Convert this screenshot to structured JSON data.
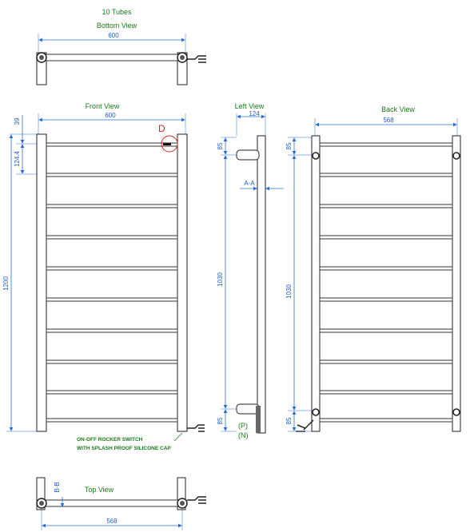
{
  "labels": {
    "tubes": "10 Tubes",
    "bottom_view": "Bottom View",
    "front_view": "Front View",
    "left_view": "Left View",
    "back_view": "Back View",
    "top_view": "Top View",
    "detail_marker": "D",
    "section_aa": "A-A",
    "section_bb": "B-B",
    "phase_p": "(P)",
    "neutral_n": "(N)",
    "switch_note_line1": "ON-OFF ROCKER SWITCH",
    "switch_note_line2": "WITH SPLASH PROOF SILICONE CAP"
  },
  "dimensions": {
    "bottom_width": "600",
    "front_width": "600",
    "front_top_offset": "39",
    "front_tube_pitch": "124.4",
    "front_height": "1200",
    "left_depth": "124",
    "left_top_bracket": "85",
    "left_center": "1030",
    "left_bottom_bracket": "85",
    "back_width": "568",
    "back_top_bracket": "85",
    "back_center": "1030",
    "back_bottom_bracket": "85",
    "top_width": "568"
  },
  "colors": {
    "dimension": "#2a6fd6",
    "label": "#1a7a1a",
    "marker": "#d42020",
    "outline": "#222222"
  }
}
